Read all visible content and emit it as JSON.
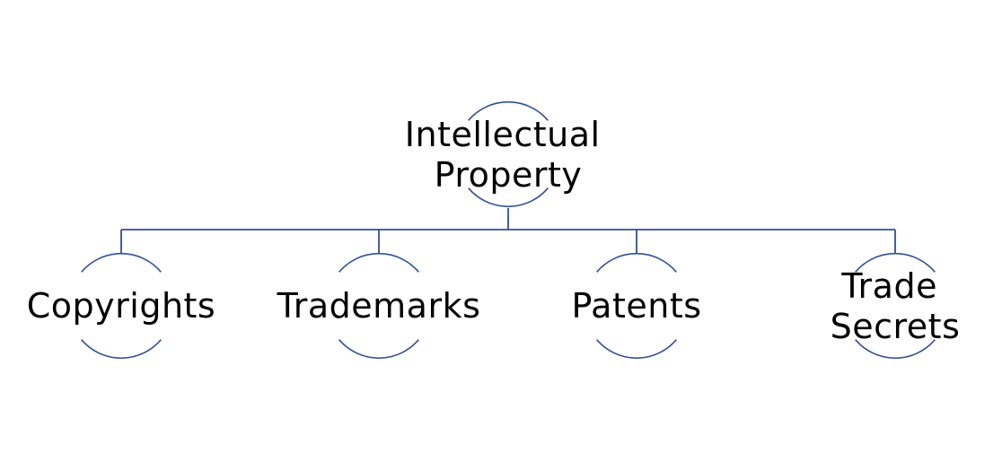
{
  "diagram": {
    "type": "hierarchy",
    "colors": {
      "line": "#2f4f96",
      "text": "#000000",
      "background": "#ffffff"
    },
    "root": {
      "lines": [
        "Intellectual",
        "Property"
      ]
    },
    "children": [
      {
        "lines": [
          "Copyrights"
        ]
      },
      {
        "lines": [
          "Trademarks"
        ]
      },
      {
        "lines": [
          "Patents"
        ]
      },
      {
        "lines": [
          "Trade",
          "Secrets"
        ]
      }
    ]
  }
}
